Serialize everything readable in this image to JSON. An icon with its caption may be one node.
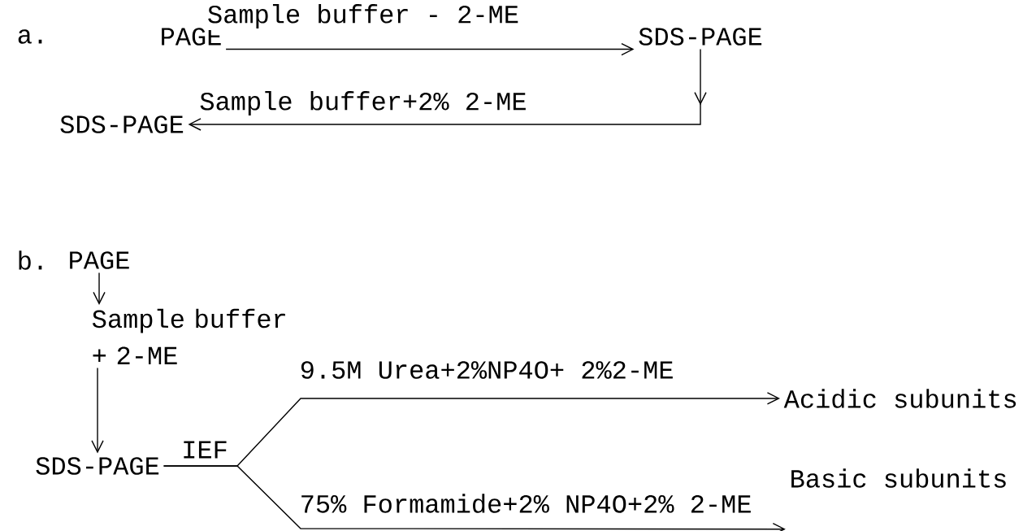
{
  "diagram": {
    "nodes": [
      {
        "text": [
          "PAGE"
        ]
      },
      {
        "text": [
          "SDS-PAGE"
        ]
      },
      {
        "text": [
          "SDS-PAGE"
        ]
      },
      {
        "text": [
          "PAGE"
        ]
      },
      {
        "text": [
          "Sample buffer + 2-ME"
        ]
      },
      {
        "text": [
          "SDS-PAGE"
        ]
      },
      {
        "text": [
          "Acidic subunits"
        ]
      },
      {
        "text": [
          "Basic subunits"
        ]
      }
    ],
    "edges": [
      {
        "from": 0,
        "to": 1,
        "arrow": "to",
        "label": "Sample buffer - 2-ME"
      },
      {
        "from": 1,
        "to": 2,
        "arrow": "to",
        "label": "Sample buffer+2% 2-ME"
      },
      {
        "from": 3,
        "to": 4,
        "arrow": "to"
      },
      {
        "from": 4,
        "to": 5,
        "arrow": "to"
      },
      {
        "from": 5,
        "to": 6,
        "arrow": "to",
        "label": "9.5M Urea+2%NP4O+ 2%2-ME"
      },
      {
        "from": 5,
        "to": 7,
        "arrow": "to",
        "label": "75% Formamide+2% NP4O+2% 2-ME"
      }
    ],
    "labels": [
      "a.",
      "b.",
      "IEF"
    ]
  }
}
